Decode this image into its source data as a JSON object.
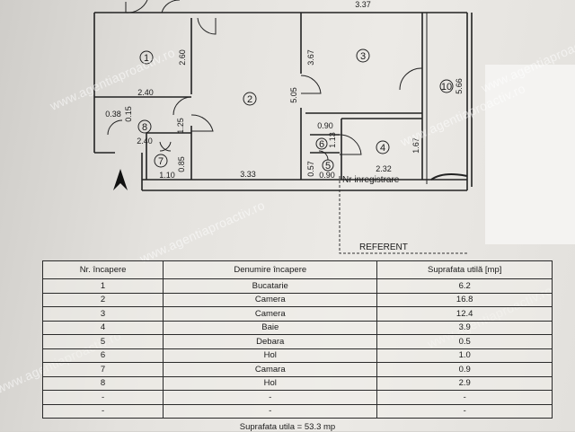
{
  "plan": {
    "room_numbers": [
      "1",
      "2",
      "3",
      "4",
      "5",
      "6",
      "7",
      "8",
      "10"
    ],
    "dimensions": {
      "r3_top": "3.37",
      "r1_h": "2.60",
      "r1_w": "2.40",
      "r2_v": "3.67",
      "r2_h": "5.05",
      "d038": "0.38",
      "d015": "0.15",
      "d125": "1.25",
      "d240": "2.40",
      "d090a": "0.90",
      "d113": "1.13",
      "d167": "1.67",
      "d232": "2.32",
      "d085": "0.85",
      "d110": "1.10",
      "d333": "3.33",
      "d057": "0.57",
      "d090b": "0.90",
      "d566": "5.66"
    },
    "stamp_text": "Nr inregistrare",
    "ref_text": "REFERENT"
  },
  "watermark": "www.agentiaproactiv.ro",
  "table": {
    "headers": [
      "Nr. încapere",
      "Denumire încapere",
      "Suprafata utilă  [mp]"
    ],
    "rows": [
      [
        "1",
        "Bucatarie",
        "6.2"
      ],
      [
        "2",
        "Camera",
        "16.8"
      ],
      [
        "3",
        "Camera",
        "12.4"
      ],
      [
        "4",
        "Baie",
        "3.9"
      ],
      [
        "5",
        "Debara",
        "0.5"
      ],
      [
        "6",
        "Hol",
        "1.0"
      ],
      [
        "7",
        "Camara",
        "0.9"
      ],
      [
        "8",
        "Hol",
        "2.9"
      ],
      [
        "-",
        "-",
        "-"
      ],
      [
        "-",
        "-",
        "-"
      ]
    ]
  },
  "footer": "Suprafata utila = 53.3 mp"
}
